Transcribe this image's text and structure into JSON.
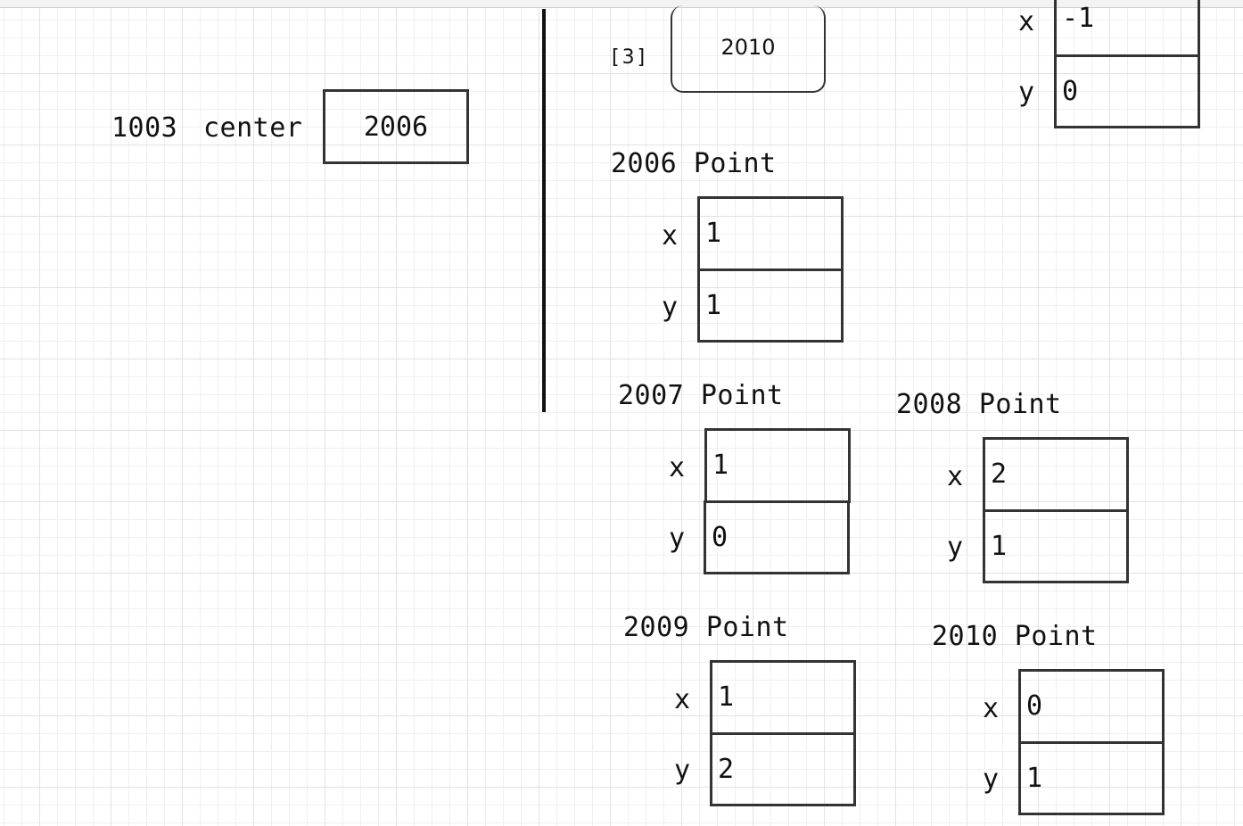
{
  "stack": {
    "address": "1003",
    "name": "center",
    "value": "2006"
  },
  "array_element": {
    "index_label": "[3]",
    "value": "2010"
  },
  "partial_object": {
    "x_label": "x",
    "x_value": "-1",
    "y_label": "y",
    "y_value": "0"
  },
  "objects": [
    {
      "address": "2006",
      "type": "Point",
      "x_label": "x",
      "x_value": "1",
      "y_label": "y",
      "y_value": "1"
    },
    {
      "address": "2007",
      "type": "Point",
      "x_label": "x",
      "x_value": "1",
      "y_label": "y",
      "y_value": "0"
    },
    {
      "address": "2008",
      "type": "Point",
      "x_label": "x",
      "x_value": "2",
      "y_label": "y",
      "y_value": "1"
    },
    {
      "address": "2009",
      "type": "Point",
      "x_label": "x",
      "x_value": "1",
      "y_label": "y",
      "y_value": "2"
    },
    {
      "address": "2010",
      "type": "Point",
      "x_label": "x",
      "x_value": "0",
      "y_label": "y",
      "y_value": "1"
    }
  ]
}
